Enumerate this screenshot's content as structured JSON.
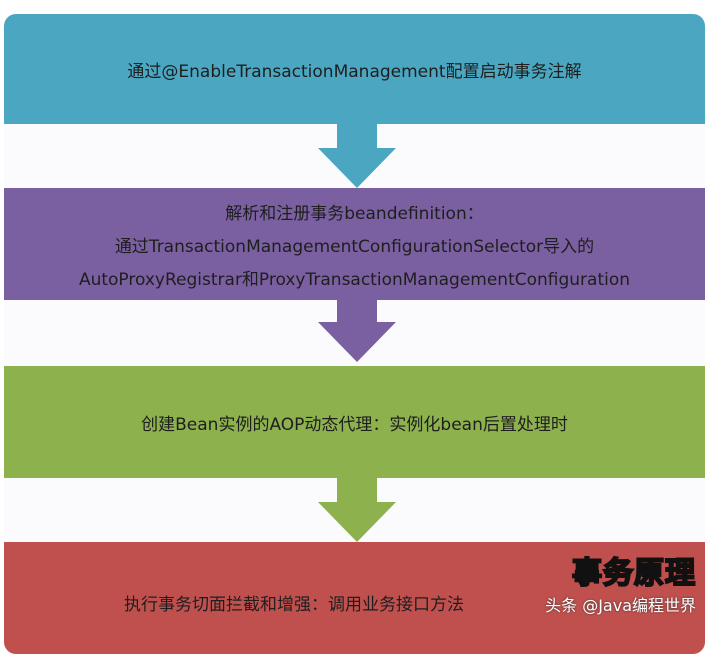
{
  "steps": [
    {
      "lines": [
        "通过@EnableTransactionManagement配置启动事务注解"
      ],
      "color": "#4ba7c1"
    },
    {
      "lines": [
        "解析和注册事务beandefinition：",
        "通过TransactionManagementConfigurationSelector导入的",
        "AutoProxyRegistrar和ProxyTransactionManagementConfiguration"
      ],
      "color": "#7b60a1"
    },
    {
      "lines": [
        "创建Bean实例的AOP动态代理：实例化bean后置处理时"
      ],
      "color": "#8db14d"
    },
    {
      "lines": [
        "执行事务切面拦截和增强：调用业务接口方法"
      ],
      "color": "#c0504d"
    }
  ],
  "watermark": {
    "title": "事务原理",
    "source": "头条 @Java编程世界"
  }
}
